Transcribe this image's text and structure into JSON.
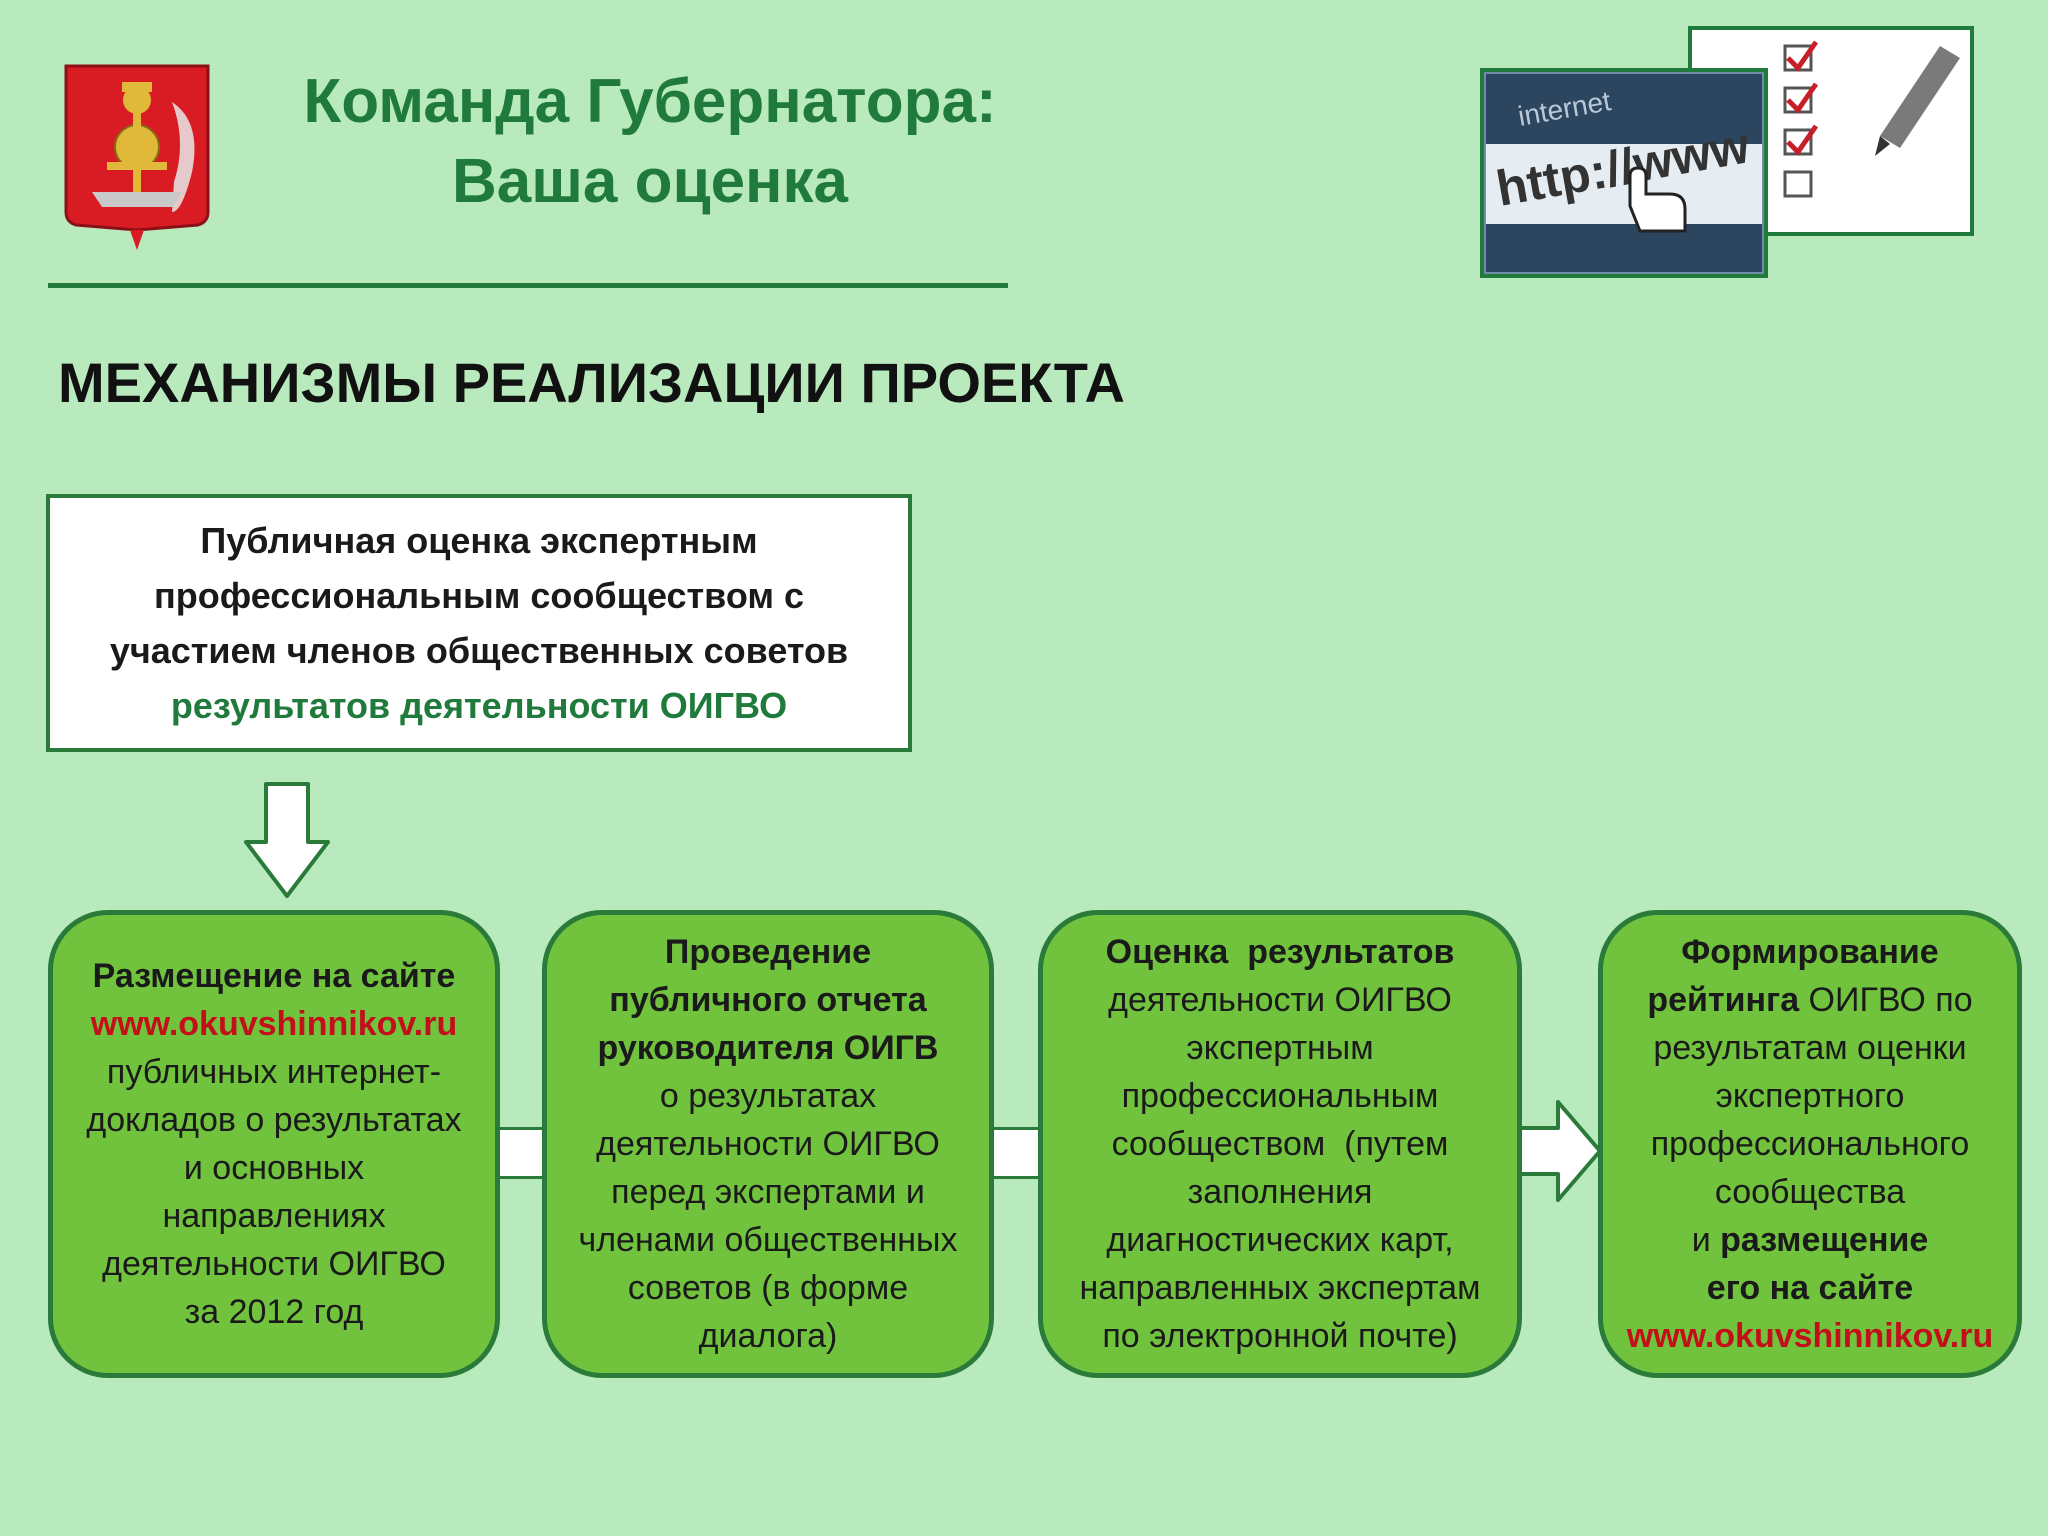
{
  "header": {
    "title_line1": "Команда Губернатора:",
    "title_line2": "Ваша оценка"
  },
  "section_heading": "МЕХАНИЗМЫ РЕАЛИЗАЦИИ ПРОЕКТА",
  "top_box": {
    "line1": "Публичная оценка экспертным",
    "line2": "профессиональным сообществом с",
    "line3": "участием членов общественных советов",
    "line4": "результатов деятельности ОИГВО"
  },
  "steps": [
    {
      "lines": [
        {
          "text": "Размещение на сайте",
          "style": "bold"
        },
        {
          "text": "www.okuvshinnikov.ru",
          "style": "red"
        },
        {
          "text": "публичных интернет-",
          "style": "normal"
        },
        {
          "text": "докладов о результатах",
          "style": "normal"
        },
        {
          "text": "и основных",
          "style": "normal"
        },
        {
          "text": "направлениях",
          "style": "normal"
        },
        {
          "text": "деятельности ОИГВО",
          "style": "normal"
        },
        {
          "text": "за 2012 год",
          "style": "normal"
        }
      ]
    },
    {
      "lines": [
        {
          "text": "Проведение",
          "style": "bold"
        },
        {
          "text": "публичного отчета",
          "style": "bold"
        },
        {
          "text": "руководителя ОИГВ",
          "style": "bold"
        },
        {
          "text": "о результатах",
          "style": "normal"
        },
        {
          "text": "деятельности ОИГВО",
          "style": "normal"
        },
        {
          "text": "перед экспертами и",
          "style": "normal"
        },
        {
          "text": "членами общественных",
          "style": "normal"
        },
        {
          "text": "советов (в форме",
          "style": "normal"
        },
        {
          "text": "диалога)",
          "style": "normal"
        }
      ]
    },
    {
      "lines": [
        {
          "text": "Оценка  результатов",
          "style": "bold"
        },
        {
          "text": "деятельности ОИГВО",
          "style": "normal"
        },
        {
          "text": "экспертным",
          "style": "normal"
        },
        {
          "text": "профессиональным",
          "style": "normal"
        },
        {
          "text": "сообществом  (путем",
          "style": "normal"
        },
        {
          "text": "заполнения",
          "style": "normal"
        },
        {
          "text": "диагностических карт,",
          "style": "normal"
        },
        {
          "text": "направленных экспертам",
          "style": "normal"
        },
        {
          "text": "по электронной почте)",
          "style": "normal"
        }
      ]
    },
    {
      "line1": "Формирование",
      "line2_bold": "рейтинга",
      "line2_rest": " ОИГВО по",
      "line3": "результатам оценки",
      "line4": "экспертного",
      "line5": "профессионального",
      "line6": "сообщества",
      "line7_pre": "и ",
      "line7_bold": "размещение",
      "line8": "его на сайте",
      "line9": "www.okuvshinnikov.ru"
    }
  ],
  "photos": {
    "url_text": "http://www",
    "internet_text": "internet"
  },
  "colors": {
    "background": "#b9eabd",
    "title_green": "#1f7a3c",
    "box_green": "#71c33e",
    "border_green": "#2a7a3a",
    "link_red": "#c20f1a"
  },
  "icons": [
    "coat-of-arms-icon",
    "down-arrow-icon",
    "right-arrow-icon",
    "url-bar-photo",
    "checklist-photo"
  ]
}
